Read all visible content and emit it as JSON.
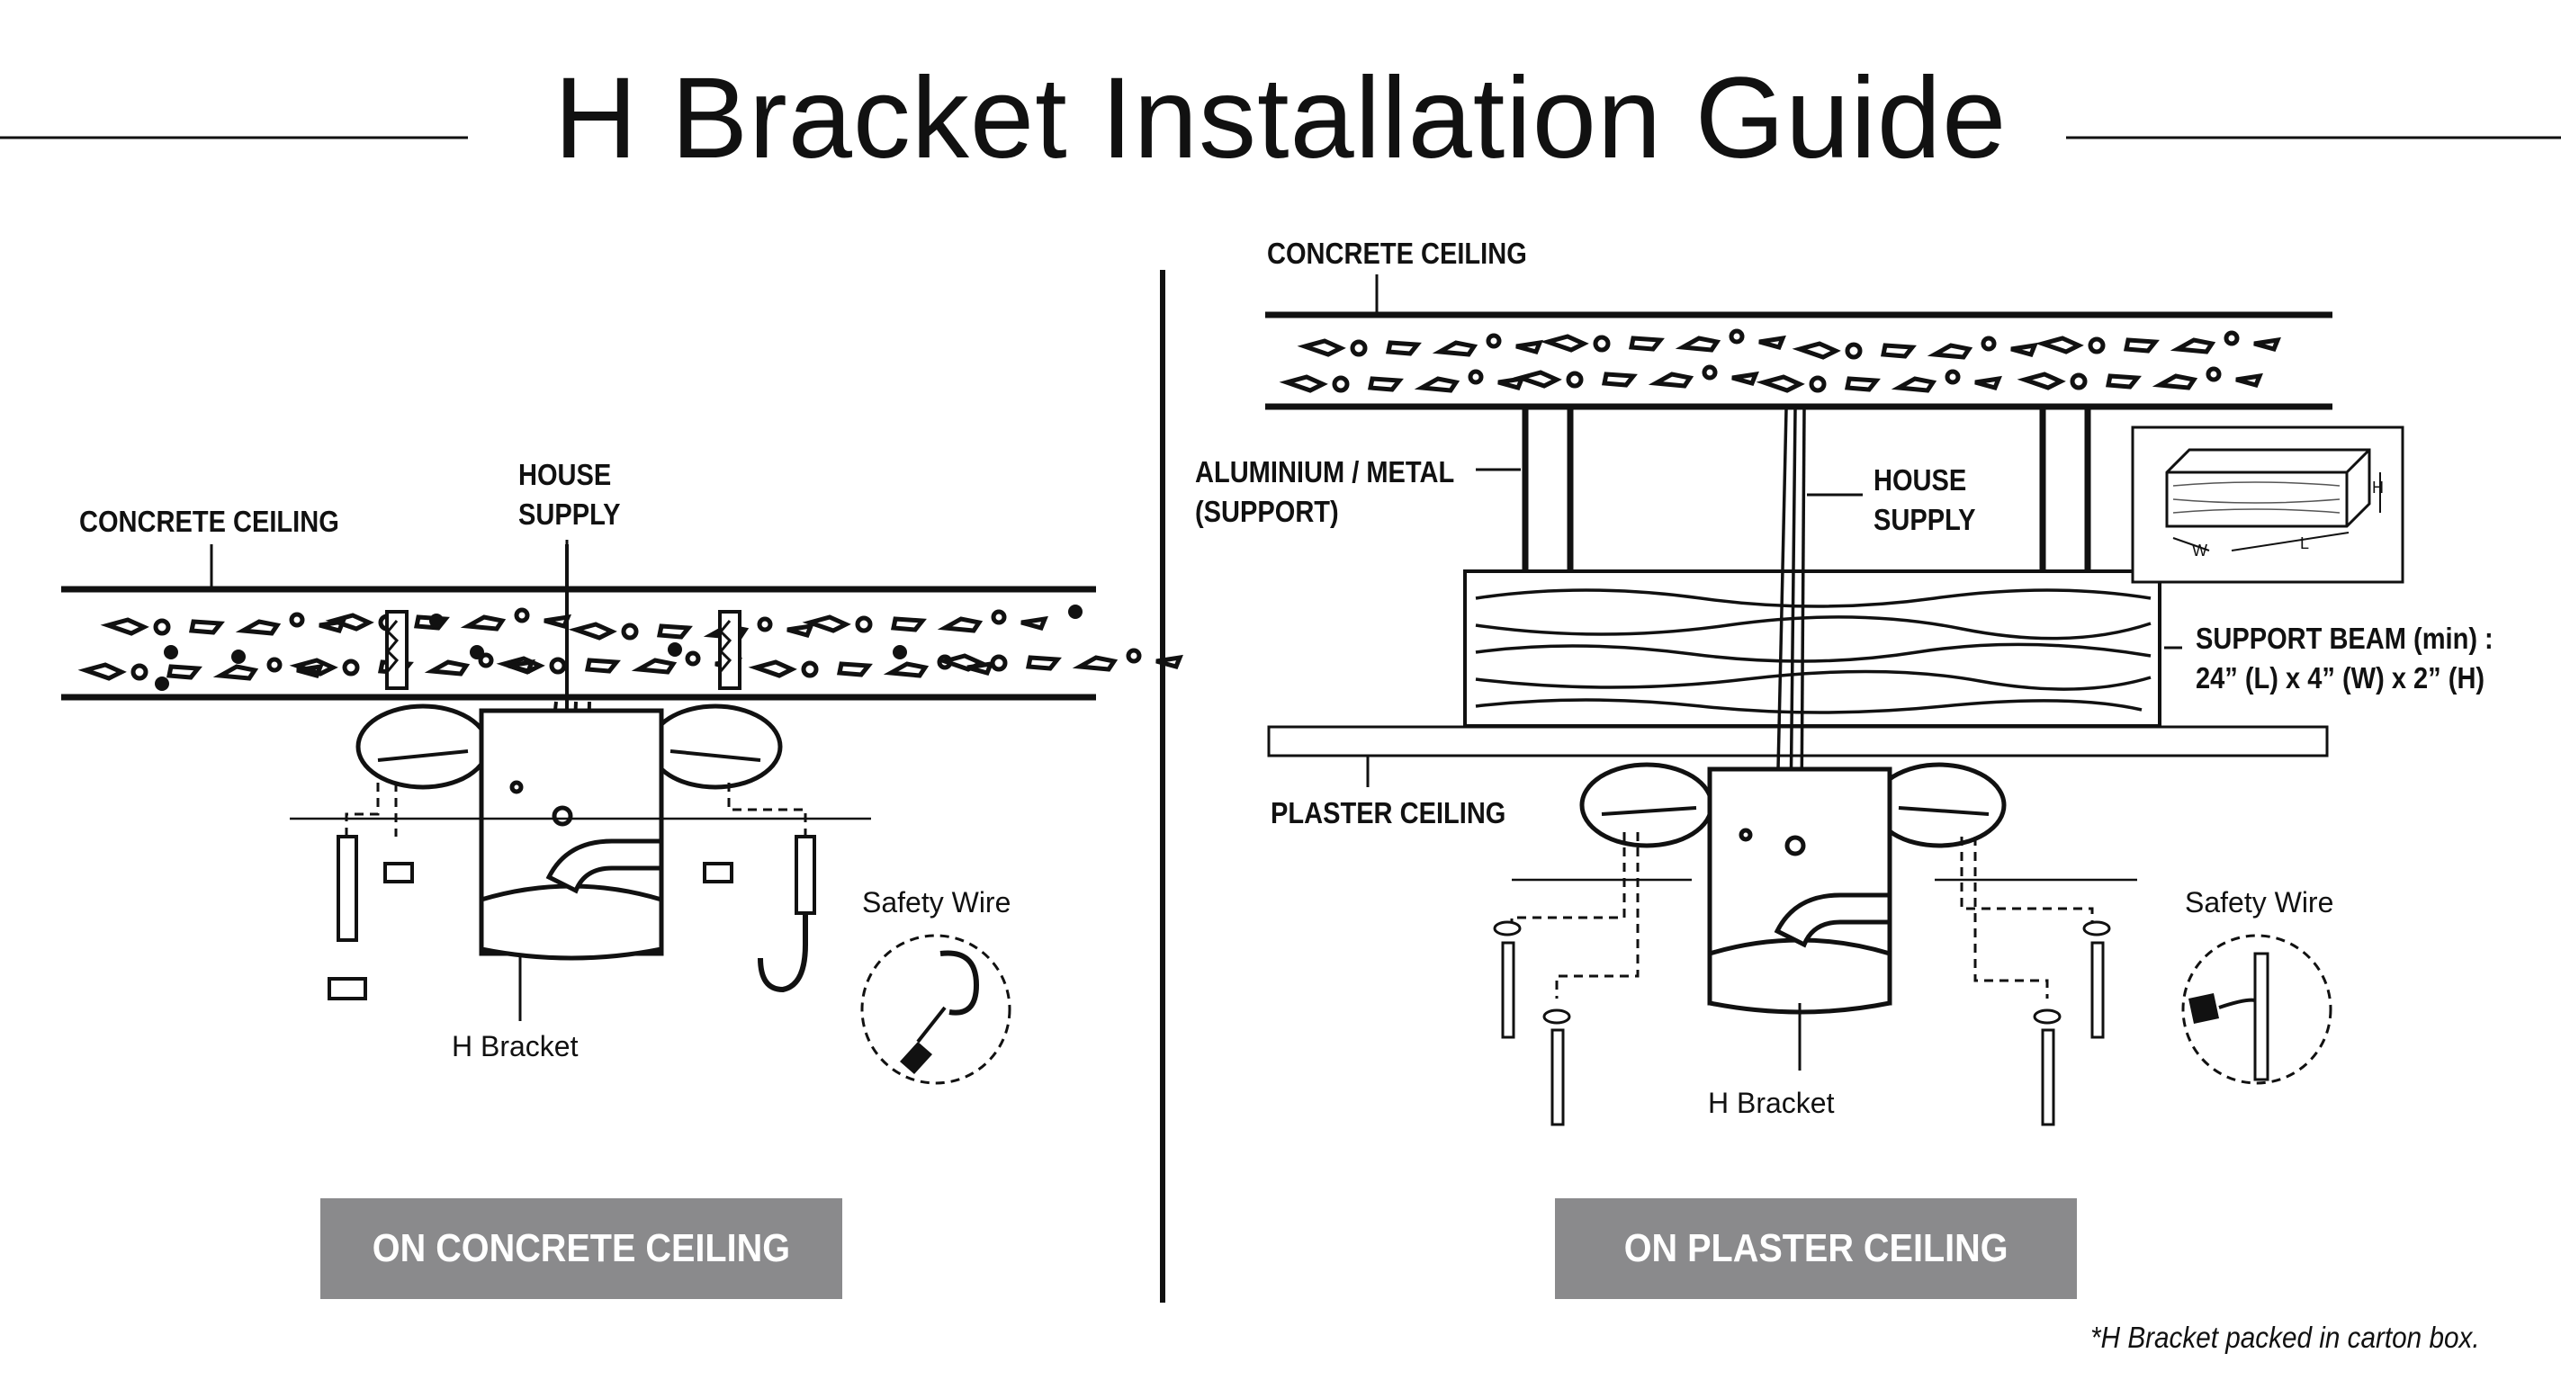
{
  "title": "H Bracket Installation Guide",
  "left": {
    "concrete_ceiling": "CONCRETE CEILING",
    "house_supply_line1": "HOUSE",
    "house_supply_line2": "SUPPLY",
    "safety_wire": "Safety Wire",
    "h_bracket": "H Bracket",
    "badge": "ON CONCRETE CEILING"
  },
  "right": {
    "concrete_ceiling": "CONCRETE CEILING",
    "support_line1": "ALUMINIUM / METAL",
    "support_line2": "(SUPPORT)",
    "house_supply_line1": "HOUSE",
    "house_supply_line2": "SUPPLY",
    "support_beam_line1": "SUPPORT BEAM (min) :",
    "support_beam_line2": "24” (L) x 4” (W) x 2” (H)",
    "plaster_ceiling": "PLASTER CEILING",
    "safety_wire": "Safety Wire",
    "h_bracket": "H Bracket",
    "badge": "ON PLASTER CEILING",
    "dim_h": "H",
    "dim_w": "W",
    "dim_l": "L"
  },
  "footnote": "*H Bracket packed in carton box."
}
